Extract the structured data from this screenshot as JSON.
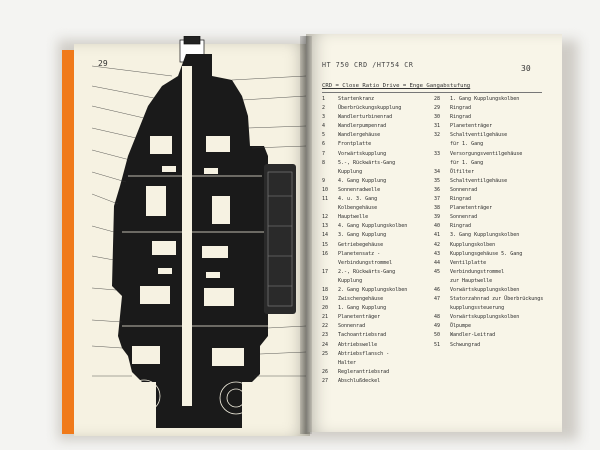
{
  "left_page": {
    "page_number": "29"
  },
  "right_page": {
    "page_number": "30",
    "header": "HT 750 CRD /HT754 CR",
    "subtitle": "CRD = Close Ratio Drive = Enge Gangabstufung",
    "parts_left": [
      {
        "n": "1",
        "t": "Startenkranz"
      },
      {
        "n": "2",
        "t": "Überbrückungskupplung"
      },
      {
        "n": "3",
        "t": "Wandlerturbinenrad"
      },
      {
        "n": "4",
        "t": "Wandlerpumpenrad"
      },
      {
        "n": "5",
        "t": "Wandlergehäuse"
      },
      {
        "n": "6",
        "t": "Frontplatte"
      },
      {
        "n": "7",
        "t": "Vorwärtskupplung"
      },
      {
        "n": "8",
        "t": "5.-, Rückwärts-Gang"
      },
      {
        "n": "",
        "t": "Kupplung"
      },
      {
        "n": "9",
        "t": "4. Gang Kupplung"
      },
      {
        "n": "10",
        "t": "Sonnenradwelle"
      },
      {
        "n": "11",
        "t": "4. u. 3. Gang"
      },
      {
        "n": "",
        "t": "Kolbengehäuse"
      },
      {
        "n": "12",
        "t": "Hauptwelle"
      },
      {
        "n": "13",
        "t": "4. Gang Kupplungskolben"
      },
      {
        "n": "14",
        "t": "3. Gang Kupplung"
      },
      {
        "n": "15",
        "t": "Getriebegehäuse"
      },
      {
        "n": "16",
        "t": "Planetensatz -"
      },
      {
        "n": "",
        "t": "Verbindungstrommel"
      },
      {
        "n": "17",
        "t": "2.-, Rückwärts-Gang"
      },
      {
        "n": "",
        "t": "Kupplung"
      },
      {
        "n": "18",
        "t": "2. Gang Kupplungskolben"
      },
      {
        "n": "19",
        "t": "Zwischengehäuse"
      },
      {
        "n": "20",
        "t": "1. Gang Kupplung"
      },
      {
        "n": "21",
        "t": "Planetenträger"
      },
      {
        "n": "22",
        "t": "Sonnenrad"
      },
      {
        "n": "23",
        "t": "Tachoantriebsrad"
      },
      {
        "n": "24",
        "t": "Abtriebswelle"
      },
      {
        "n": "25",
        "t": "Abtriebsflansch -"
      },
      {
        "n": "",
        "t": "Halter"
      },
      {
        "n": "26",
        "t": "Reglerantriebsrad"
      },
      {
        "n": "27",
        "t": "Abschlußdeckel"
      }
    ],
    "parts_right": [
      {
        "n": "28",
        "t": "1. Gang Kupplungskolben"
      },
      {
        "n": "29",
        "t": "Ringrad"
      },
      {
        "n": "30",
        "t": "Ringrad"
      },
      {
        "n": "31",
        "t": "Planetenträger"
      },
      {
        "n": "32",
        "t": "Schaltventilgehäuse"
      },
      {
        "n": "",
        "t": "für 1. Gang"
      },
      {
        "n": "33",
        "t": "Versorgungsventilgehäuse"
      },
      {
        "n": "",
        "t": "für 1. Gang"
      },
      {
        "n": "34",
        "t": "Ölfilter"
      },
      {
        "n": "35",
        "t": "Schaltventilgehäuse"
      },
      {
        "n": "36",
        "t": "Sonnenrad"
      },
      {
        "n": "37",
        "t": "Ringrad"
      },
      {
        "n": "38",
        "t": "Planetenträger"
      },
      {
        "n": "39",
        "t": "Sonnenrad"
      },
      {
        "n": "40",
        "t": "Ringrad"
      },
      {
        "n": "41",
        "t": "3. Gang Kupplungskolben"
      },
      {
        "n": "42",
        "t": "Kupplungskolben"
      },
      {
        "n": "43",
        "t": "Kupplungsgehäuse 5. Gang"
      },
      {
        "n": "44",
        "t": "Ventilplatte"
      },
      {
        "n": "45",
        "t": "Verbindungstrommel"
      },
      {
        "n": "",
        "t": "zur Hauptwelle"
      },
      {
        "n": "46",
        "t": "Vorwärtskupplungskolben"
      },
      {
        "n": "47",
        "t": "Statorzahnrad zur Überbrückungs"
      },
      {
        "n": "",
        "t": "kupplungssteuerung"
      },
      {
        "n": "48",
        "t": "Vorwärtskupplungskolben"
      },
      {
        "n": "49",
        "t": "Ölpumpe"
      },
      {
        "n": "50",
        "t": "Wandler-Leitrad"
      },
      {
        "n": "51",
        "t": "Schwungrad"
      }
    ]
  },
  "colors": {
    "cover": "#f07a1a",
    "paper": "#f6f2e2"
  }
}
